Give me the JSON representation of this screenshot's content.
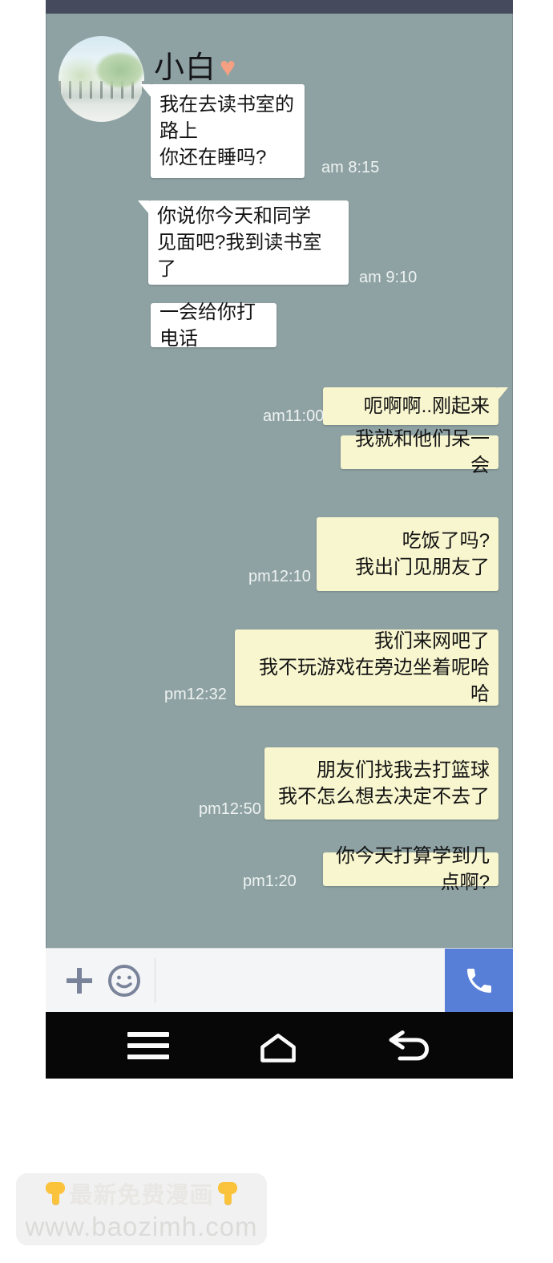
{
  "contact": {
    "name": "小白",
    "heart": "♥"
  },
  "chat": {
    "messages": [
      {
        "side": "left",
        "lines": [
          "我在去读书室的路上",
          "你还在睡吗?"
        ],
        "time": "am 8:15"
      },
      {
        "side": "left",
        "lines": [
          "你说你今天和同学",
          "见面吧?我到读书室了"
        ],
        "time": "am 9:10"
      },
      {
        "side": "left",
        "lines": [
          "一会给你打电话"
        ],
        "time": ""
      },
      {
        "side": "right",
        "lines": [
          "呃啊啊..刚起来"
        ],
        "time": "am11:00"
      },
      {
        "side": "right",
        "lines": [
          "我就和他们呆一会"
        ],
        "time": ""
      },
      {
        "side": "right",
        "lines": [
          "吃饭了吗?",
          "我出门见朋友了"
        ],
        "time": "pm12:10"
      },
      {
        "side": "right",
        "lines": [
          "我们来网吧了",
          "我不玩游戏在旁边坐着呢哈哈"
        ],
        "time": "pm12:32"
      },
      {
        "side": "right",
        "lines": [
          "朋友们找我去打篮球",
          "我不怎么想去决定不去了"
        ],
        "time": "pm12:50"
      },
      {
        "side": "right",
        "lines": [
          "你今天打算学到几点啊?"
        ],
        "time": "pm1:20"
      }
    ]
  },
  "input_bar": {
    "plus_icon": "plus",
    "emoji_icon": "smiley-face",
    "call_icon": "phone-handset",
    "message_value": "",
    "message_placeholder": ""
  },
  "navbar": {
    "icons": [
      "menu",
      "home",
      "back"
    ]
  },
  "watermark": {
    "line1": "最新免费漫画",
    "line2": "www.baozimh.com",
    "hand_icon": "pointing-down-hand"
  },
  "colors": {
    "chat_background": "#8fa2a3",
    "topbar": "#454a5d",
    "bubble_left": "#ffffff",
    "bubble_right": "#f8f6cf",
    "timestamp": "#eef2f2",
    "heart": "#f5a083",
    "call_button": "#587fd8",
    "navbar": "#070707",
    "input_bar": "#f4f5f6",
    "watermark_hand": "#fbc33c"
  }
}
